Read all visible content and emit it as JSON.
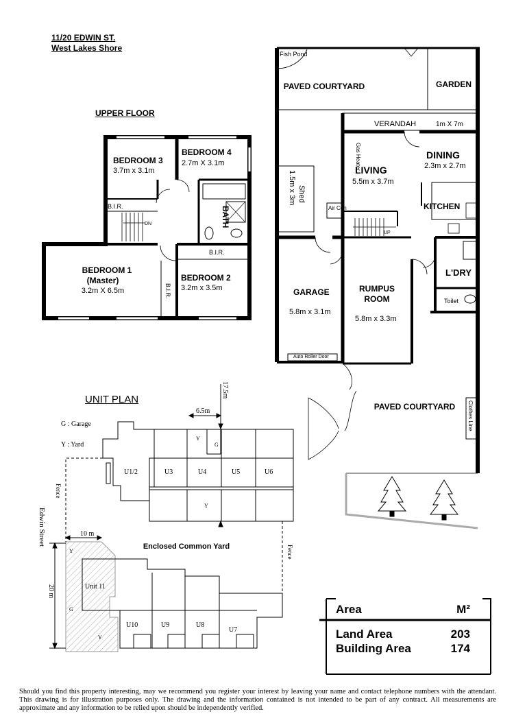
{
  "header": {
    "address_line1": "11/20 EDWIN ST.",
    "address_line2": "West Lakes Shore"
  },
  "upper_floor": {
    "title": "UPPER FLOOR",
    "bedroom3": {
      "name": "BEDROOM 3",
      "dims": "3.7m x 3.1m"
    },
    "bedroom4": {
      "name": "BEDROOM 4",
      "dims": "2.7m X 3.1m"
    },
    "bedroom1": {
      "name": "BEDROOM 1",
      "sub": "(Master)",
      "dims": "3.2m X 6.5m"
    },
    "bedroom2": {
      "name": "BEDROOM 2",
      "dims": "3.2m x 3.5m"
    },
    "bath": "BATH",
    "bir": "B.I.R.",
    "dn": "DN"
  },
  "ground_floor": {
    "fish_pond": "Fish Pond",
    "paved_courtyard_top": "PAVED COURTYARD",
    "garden": "GARDEN",
    "verandah": "VERANDAH",
    "verandah_dims": "1m X 7m",
    "gas_heater": "Gas Heater",
    "dining": {
      "name": "DINING",
      "dims": "2.3m x 2.7m"
    },
    "living": {
      "name": "LIVING",
      "dims": "5.5m x 3.7m"
    },
    "shed": {
      "name": "Shed",
      "dims": "1.5m x 3m"
    },
    "air_con": "Air Con",
    "kitchen": "KITCHEN",
    "up": "UP",
    "garage": {
      "name": "GARAGE",
      "dims": "5.8m x 3.1m"
    },
    "rumpus": {
      "name": "RUMPUS",
      "name2": "ROOM",
      "dims": "5.8m x 3.3m"
    },
    "laundry": "L'DRY",
    "toilet": "Toilet",
    "roller_door": "Auto Roller Door",
    "paved_courtyard_bottom": "PAVED COURTYARD",
    "clothes_line": "Clothes Line"
  },
  "unit_plan": {
    "title": "UNIT PLAN",
    "legend_garage": "G : Garage",
    "legend_yard": "Y : Yard",
    "dim_6_5": "6.5m",
    "dim_17_5": "17.5m",
    "dim_10": "10 m",
    "dim_20": "20 m",
    "fence": "Fence",
    "street": "Edwin Street",
    "common_yard": "Enclosed Common Yard",
    "units_top": [
      "U1/2",
      "U3",
      "U4",
      "U5",
      "U6"
    ],
    "units_bottom": [
      "U10",
      "U9",
      "U8",
      "U7"
    ],
    "unit11": "Unit 11",
    "y": "Y",
    "g": "G"
  },
  "area": {
    "title": "Area",
    "unit": "M²",
    "land_label": "Land Area",
    "land_value": "203",
    "building_label": "Building Area",
    "building_value": "174"
  },
  "disclaimer": "Should you find this property interesting, may we recommend you register your interest by leaving your name and contact telephone numbers with the attendant. This drawing is for illustration purposes only. The drawing and the information contained is not intended to be part of any contract. All measurements are approximate and any information to be relied upon should be independently verified."
}
